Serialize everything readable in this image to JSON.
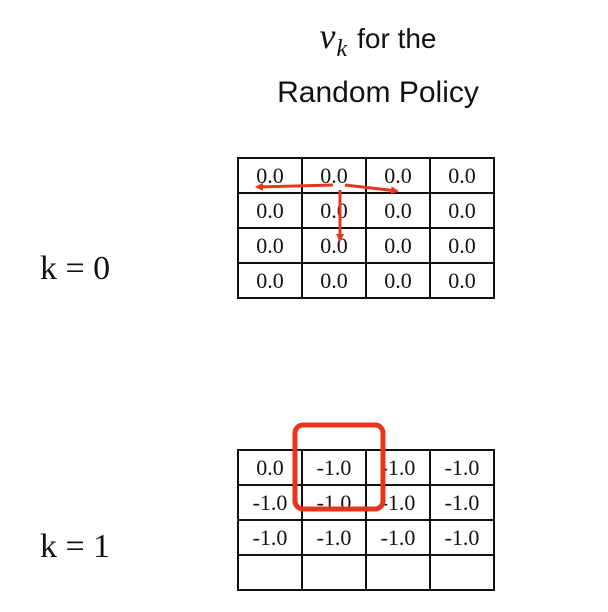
{
  "title": {
    "symbol": "v",
    "subscript": "k",
    "line1_rest": "for the",
    "line2": "Random Policy"
  },
  "panels": [
    {
      "k_label": "k = 0",
      "rows": [
        [
          "0.0",
          "0.0",
          "0.0",
          "0.0"
        ],
        [
          "0.0",
          "0.0",
          "0.0",
          "0.0"
        ],
        [
          "0.0",
          "0.0",
          "0.0",
          "0.0"
        ],
        [
          "0.0",
          "0.0",
          "0.0",
          "0.0"
        ]
      ]
    },
    {
      "k_label": "k = 1",
      "rows": [
        [
          "0.0",
          "-1.0",
          "-1.0",
          "-1.0"
        ],
        [
          "-1.0",
          "-1.0",
          "-1.0",
          "-1.0"
        ],
        [
          "-1.0",
          "-1.0",
          "-1.0",
          "-1.0"
        ],
        [
          "",
          "",
          "",
          ""
        ]
      ]
    }
  ],
  "annotations": {
    "arrow_color": "#e8341c",
    "highlight_color": "#e8341c"
  }
}
